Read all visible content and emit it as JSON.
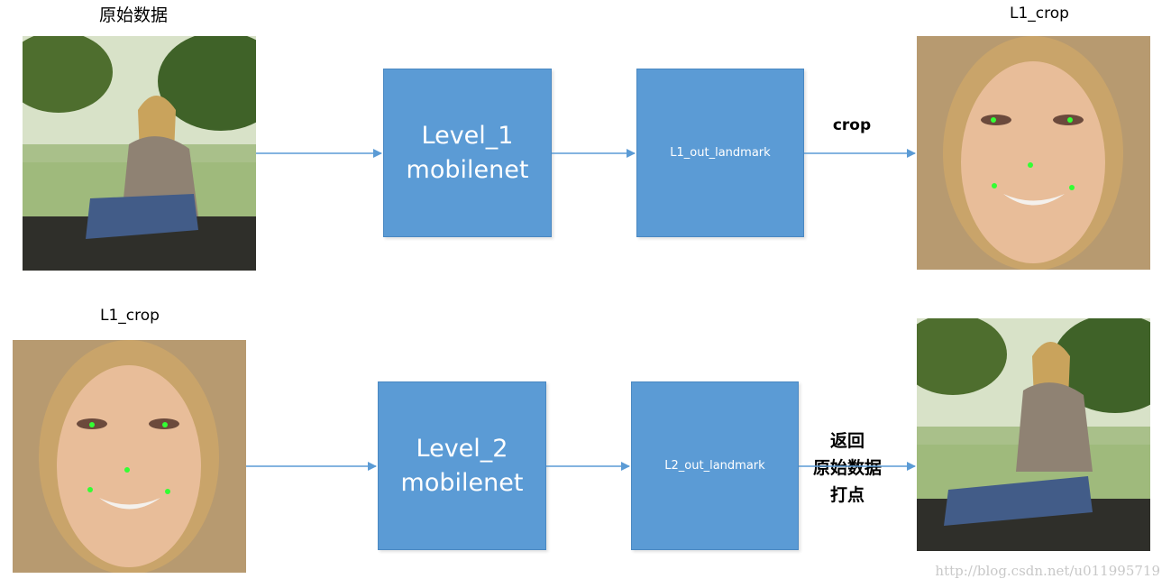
{
  "row1": {
    "input_label": "原始数据",
    "box1_lines": [
      "Level_1",
      "mobilenet"
    ],
    "box2_text": "L1_out_landmark",
    "arrow_caption": "crop",
    "output_label": "L1_crop"
  },
  "row2": {
    "input_label": "L1_crop",
    "box1_lines": [
      "Level_2",
      "mobilenet"
    ],
    "box2_text": "L2_out_landmark",
    "arrow_caption_lines": [
      "返回",
      "原始数据",
      "打点"
    ]
  },
  "watermark": "http://blog.csdn.net/u011995719",
  "colors": {
    "box_fill": "#5b9bd5",
    "arrow": "#5b9bd5",
    "landmark": "#33ff33"
  }
}
